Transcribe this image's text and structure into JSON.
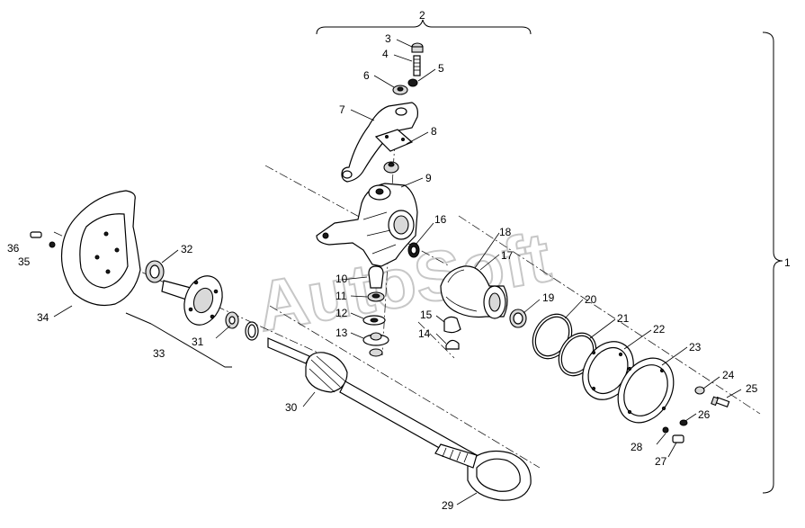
{
  "watermark": "AutoSoft",
  "labels": {
    "l1": "1",
    "l2": "2",
    "l3": "3",
    "l4": "4",
    "l5": "5",
    "l6": "6",
    "l7": "7",
    "l8": "8",
    "l9": "9",
    "l10": "10",
    "l11": "11",
    "l12": "12",
    "l13": "13",
    "l14": "14",
    "l15": "15",
    "l16": "16",
    "l17": "17",
    "l18": "18",
    "l19": "19",
    "l20": "20",
    "l21": "21",
    "l22": "22",
    "l23": "23",
    "l24": "24",
    "l25": "25",
    "l26": "26",
    "l27": "27",
    "l28": "28",
    "l29": "29",
    "l30": "30",
    "l31": "31",
    "l32": "32",
    "l33": "33",
    "l34": "34",
    "l35": "35",
    "l36": "36"
  }
}
